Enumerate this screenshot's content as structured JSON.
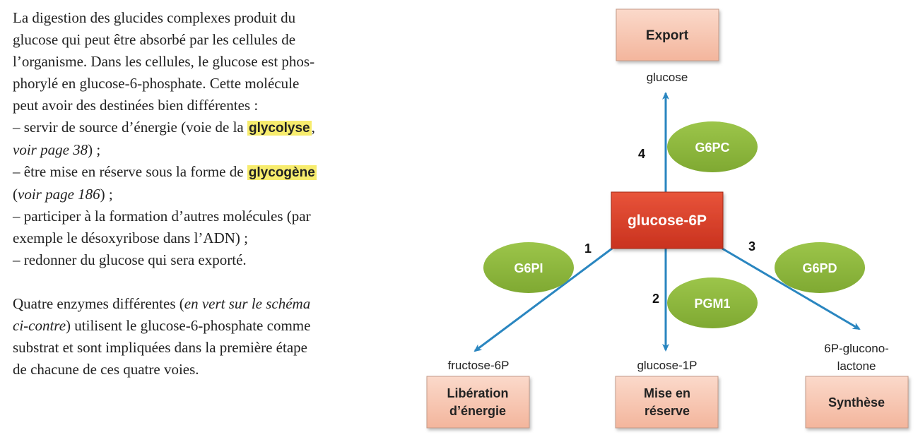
{
  "text": {
    "lines": [
      [
        {
          "t": "La digestion des glucides complexes produit du"
        }
      ],
      [
        {
          "t": "glucose qui peut être absorbé par les cellules de"
        }
      ],
      [
        {
          "t": "l’organisme. Dans les cellules, le glucose est phos-"
        }
      ],
      [
        {
          "t": "phorylé en glucose-6-phosphate. Cette molécule"
        }
      ],
      [
        {
          "t": "peut avoir des destinées bien différentes :"
        }
      ],
      [
        {
          "t": "– servir de source d’énergie (voie de la "
        },
        {
          "t": "glycolyse",
          "hl": true
        },
        {
          "t": ","
        }
      ],
      [
        {
          "t": "voir page 38",
          "it": true
        },
        {
          "t": ") ;"
        }
      ],
      [
        {
          "t": "– être mise en réserve sous la forme de "
        },
        {
          "t": "glycogène",
          "hl": true
        }
      ],
      [
        {
          "t": "("
        },
        {
          "t": "voir page 186",
          "it": true
        },
        {
          "t": ") ;"
        }
      ],
      [
        {
          "t": "– participer à la formation d’autres molécules (par"
        }
      ],
      [
        {
          "t": "exemple le désoxyribose dans l’ADN) ;"
        }
      ],
      [
        {
          "t": "– redonner du glucose qui sera exporté."
        }
      ],
      [],
      [
        {
          "t": "Quatre enzymes différentes ("
        },
        {
          "t": "en vert sur le schéma",
          "it": true
        }
      ],
      [
        {
          "t": "ci-contre",
          "it": true
        },
        {
          "t": ") utilisent le glucose-6-phosphate comme"
        }
      ],
      [
        {
          "t": "substrat et sont impliquées dans la première étape"
        }
      ],
      [
        {
          "t": "de chacune de ces quatre voies."
        }
      ]
    ]
  },
  "diagram": {
    "center": "glucose-6P",
    "boxes": {
      "export": "Export",
      "liberation": [
        "Libération",
        "d’énergie"
      ],
      "reserve": [
        "Mise en",
        "réserve"
      ],
      "synthese": "Synthèse"
    },
    "products": {
      "glucose": "glucose",
      "fructose": "fructose-6P",
      "glucose1p": "glucose-1P",
      "gluconolactone": [
        "6P-glucono-",
        "lactone"
      ]
    },
    "enzymes": {
      "g6pc": "G6PC",
      "g6pi": "G6PI",
      "pgm1": "PGM1",
      "g6pd": "G6PD"
    },
    "numbers": {
      "n1": "1",
      "n2": "2",
      "n3": "3",
      "n4": "4"
    },
    "colors": {
      "arrow": "#2a86c0",
      "enzyme": "#8db63a",
      "center": "#d9402a",
      "box_fill": "#f8c8b4",
      "box_stroke": "#b58f80"
    }
  }
}
